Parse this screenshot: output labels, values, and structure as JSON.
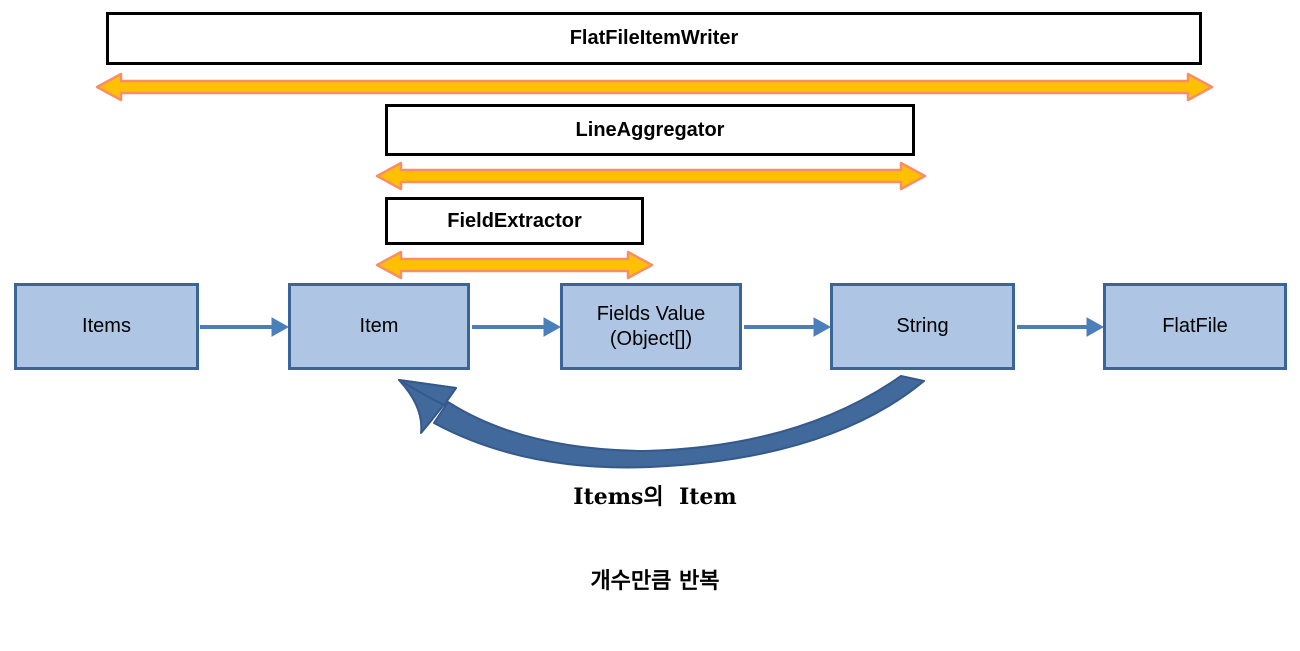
{
  "diagram": {
    "scope_layers": [
      {
        "label": "FlatFileItemWriter"
      },
      {
        "label": "LineAggregator"
      },
      {
        "label": "FieldExtractor"
      }
    ],
    "flow_nodes": [
      {
        "label": "Items"
      },
      {
        "label": "Item"
      },
      {
        "label": "Fields Value",
        "sublabel": "(Object[])"
      },
      {
        "label": "String"
      },
      {
        "label": "FlatFile"
      }
    ],
    "loop_annotation": {
      "line1": "Items의  Item",
      "line2": "개수만큼 반복"
    },
    "colors": {
      "layer_box_border": "#000000",
      "range_arrow_fill": "#FFC000",
      "range_arrow_stroke": "#F88E68",
      "node_fill": "#AEC6E4",
      "node_border": "#3A6596",
      "flow_arrow": "#4C7FBA",
      "loop_arrow_fill": "#41699B",
      "loop_arrow_stroke": "#35598A"
    }
  }
}
